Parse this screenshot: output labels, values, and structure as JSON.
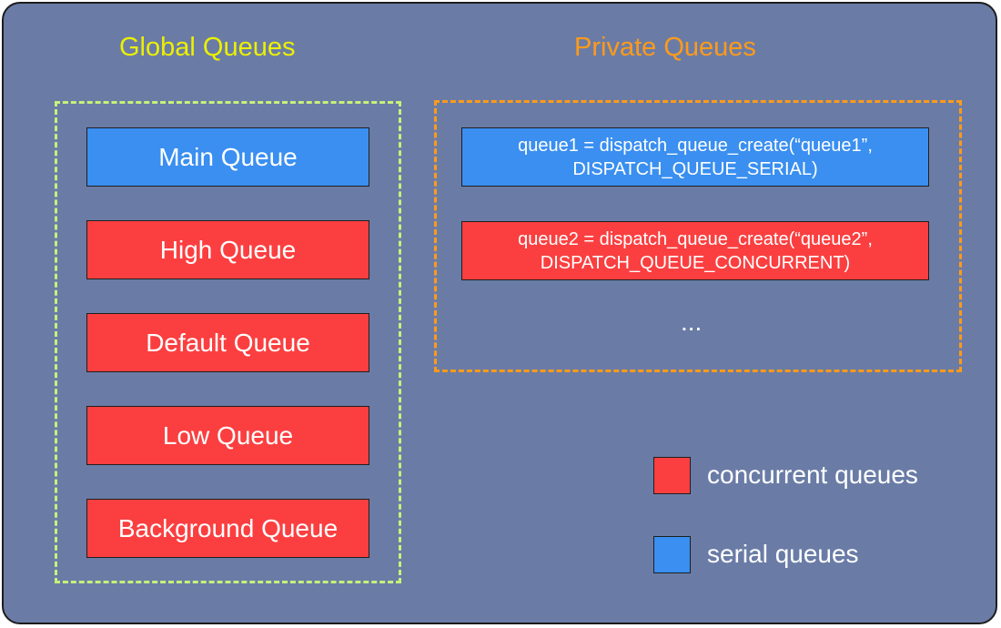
{
  "colors": {
    "background": "#6a7ca6",
    "serial": "#3a8ff0",
    "concurrent": "#fb3f40",
    "global_title": "#ecf000",
    "private_title": "#ff9a1a",
    "global_border": "#c8f07a",
    "private_border": "#ff9a1a"
  },
  "global": {
    "title": "Global Queues",
    "queues": [
      {
        "label": "Main Queue",
        "kind": "serial"
      },
      {
        "label": "High Queue",
        "kind": "concurrent"
      },
      {
        "label": "Default Queue",
        "kind": "concurrent"
      },
      {
        "label": "Low Queue",
        "kind": "concurrent"
      },
      {
        "label": "Background Queue",
        "kind": "concurrent"
      }
    ]
  },
  "private": {
    "title": "Private Queues",
    "queues": [
      {
        "line1": "queue1 = dispatch_queue_create(“queue1”,",
        "line2": "DISPATCH_QUEUE_SERIAL)",
        "kind": "serial"
      },
      {
        "line1": "queue2 = dispatch_queue_create(“queue2”,",
        "line2": "DISPATCH_QUEUE_CONCURRENT)",
        "kind": "concurrent"
      }
    ],
    "ellipsis": "..."
  },
  "legend": {
    "concurrent": "concurrent queues",
    "serial": "serial queues"
  }
}
